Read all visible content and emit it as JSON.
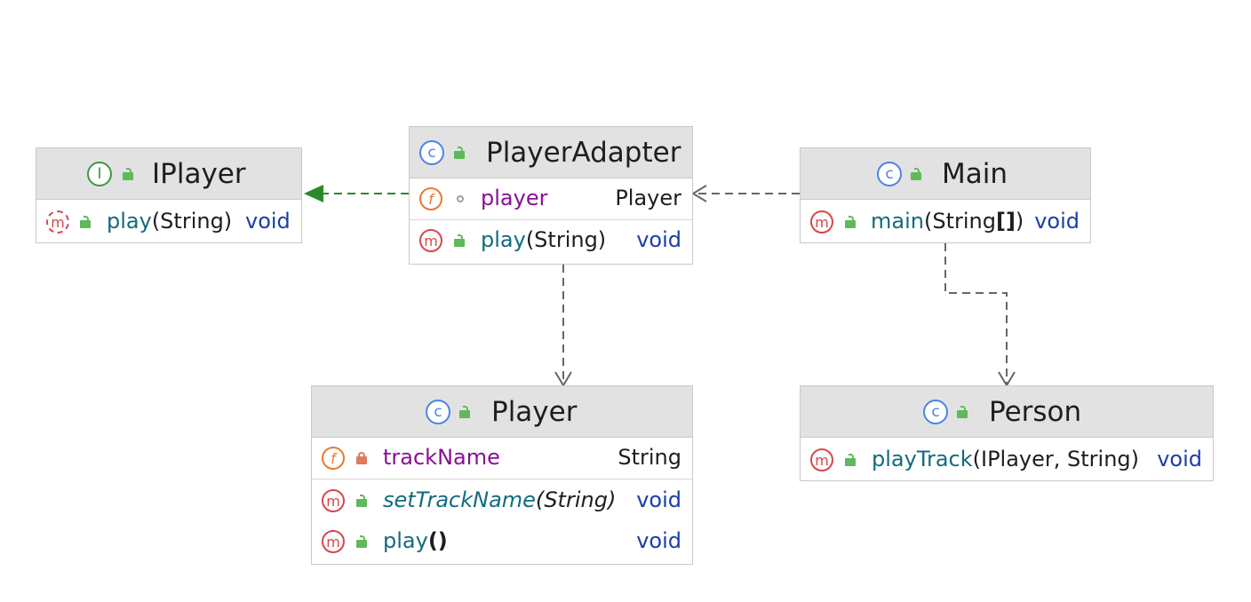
{
  "classes": {
    "iplayer": {
      "badge": "I",
      "name": "IPlayer",
      "methods": [
        {
          "badge": "m",
          "name": "play",
          "params": "(String)",
          "type": "void"
        }
      ]
    },
    "player_adapter": {
      "badge": "c",
      "name": "PlayerAdapter",
      "fields": [
        {
          "badge": "f",
          "name": "player",
          "type": "Player"
        }
      ],
      "methods": [
        {
          "badge": "m",
          "name": "play",
          "params": "(String)",
          "type": "void"
        }
      ]
    },
    "main": {
      "badge": "c",
      "name": "Main",
      "methods": [
        {
          "badge": "m",
          "name": "main",
          "paren_open": "(",
          "params": "String",
          "brackets": "[]",
          "paren_close": ")",
          "type": "void"
        }
      ]
    },
    "player": {
      "badge": "c",
      "name": "Player",
      "fields": [
        {
          "badge": "f",
          "name": "trackName",
          "type": "String"
        }
      ],
      "methods": [
        {
          "badge": "m",
          "name": "setTrackName",
          "params": "(String)",
          "type": "void"
        },
        {
          "badge": "m",
          "name": "play",
          "params": "()",
          "type": "void"
        }
      ]
    },
    "person": {
      "badge": "c",
      "name": "Person",
      "methods": [
        {
          "badge": "m",
          "name": "playTrack",
          "params": "(IPlayer, String)",
          "type": "void"
        }
      ]
    }
  },
  "colors": {
    "header_bg": "#e2e2e2",
    "border": "#c9c9c9",
    "method_name": "#136b7e",
    "field_name": "#871094",
    "keyword": "#1b3ea7",
    "realization_edge": "#2a8a2a",
    "dependency_edge": "#666666"
  },
  "edges": [
    {
      "from": "PlayerAdapter",
      "to": "IPlayer",
      "kind": "realization"
    },
    {
      "from": "Main",
      "to": "PlayerAdapter",
      "kind": "dependency"
    },
    {
      "from": "PlayerAdapter",
      "to": "Player",
      "kind": "dependency"
    },
    {
      "from": "Main",
      "to": "Person",
      "kind": "dependency"
    }
  ]
}
